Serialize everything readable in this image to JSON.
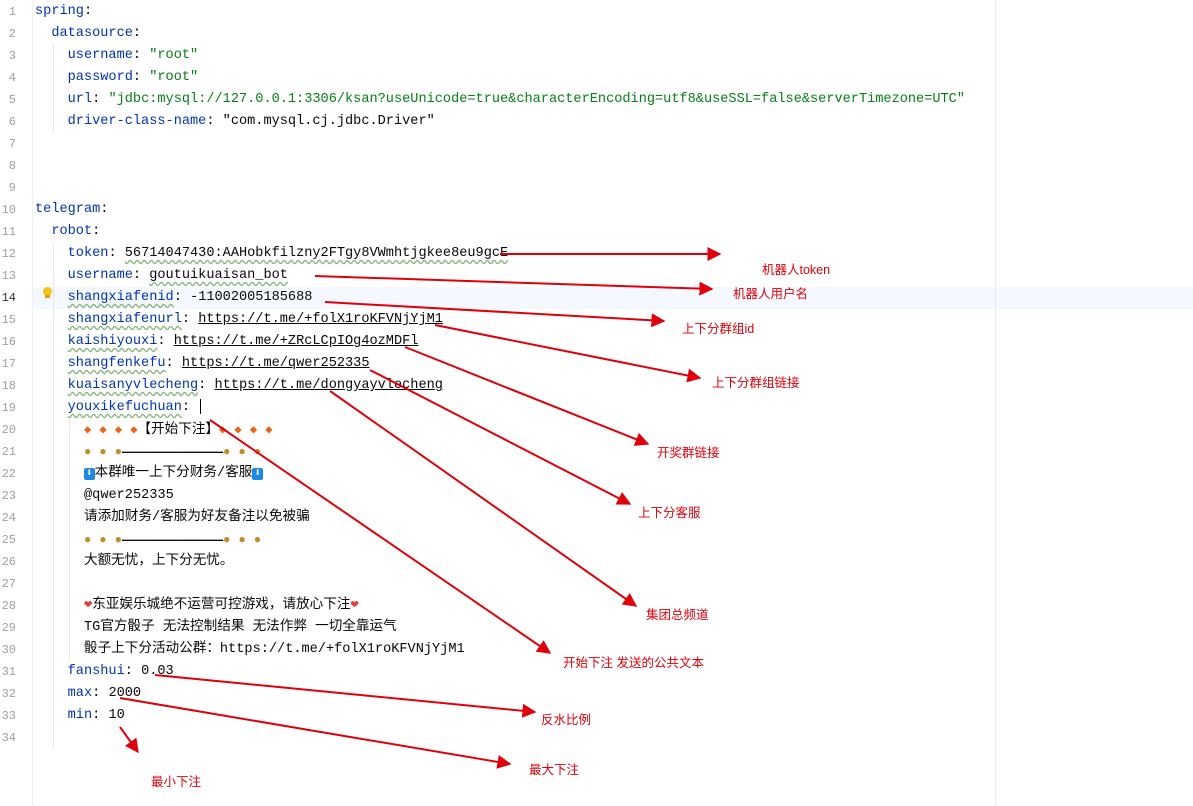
{
  "editor": {
    "active_line": 14,
    "line_numbers": [
      "1",
      "2",
      "3",
      "4",
      "5",
      "6",
      "7",
      "8",
      "9",
      "10",
      "11",
      "12",
      "13",
      "14",
      "15",
      "16",
      "17",
      "18",
      "19",
      "20",
      "21",
      "22",
      "23",
      "24",
      "25",
      "26",
      "27",
      "28",
      "29",
      "30",
      "31",
      "32",
      "33",
      "34"
    ],
    "lines": {
      "l1_key": "spring",
      "l2_key": "datasource",
      "l3_key": "username",
      "l3_val": "\"root\"",
      "l4_key": "password",
      "l4_val": "\"root\"",
      "l5_key": "url",
      "l5_val": "\"jdbc:mysql://127.0.0.1:3306/ksan?useUnicode=true&characterEncoding=utf8&useSSL=false&serverTimezone=UTC\"",
      "l6_key": "driver-class-name",
      "l6_val": "\"com.mysql.cj.jdbc.Driver\"",
      "l10_key": "telegram",
      "l11_key": "robot",
      "l12_key": "token",
      "l12_val": "56714047430:AAHobkfilzny2FTgy8VWmhtjgkee8eu9gcE",
      "l13_key": "username",
      "l13_val": "goutuikuaisan_bot",
      "l14_key": "shangxiafenid",
      "l14_val": "-11002005185688",
      "l15_key": "shangxiafenurl",
      "l15_val": "https://t.me/+folX1roKFVNjYjM1",
      "l16_key": "kaishiyouxi",
      "l16_val": "https://t.me/+ZRcLCpIOg4ozMDFl",
      "l17_key": "shangfenkefu",
      "l17_val": "https://t.me/qwer252335",
      "l18_key": "kuaisanyvlecheng",
      "l18_val": "https://t.me/dongyayvlecheng",
      "l19_key": "youxikefuchuan",
      "l20_text": "【开始下注】",
      "l21_text": "━━━━━━━━━━━━━━━━━━━━━",
      "l22_text": "本群唯一上下分财务/客服",
      "l23_text": "@qwer252335",
      "l24_text": "请添加财务/客服为好友备注以免被骗",
      "l25_text": "━━━━━━━━━━━━━━━━━━━━━",
      "l26_text": "大额无忧，上下分无忧。",
      "l28_text": "东亚娱乐城绝不运营可控游戏，请放心下注",
      "l29_text": "TG官方骰子 无法控制结果 无法作弊 一切全靠运气",
      "l30_text": "骰子上下分活动公群：https://t.me/+folX1roKFVNjYjM1",
      "l31_key": "fanshui",
      "l31_val": "0.03",
      "l32_key": "max",
      "l32_val": "2000",
      "l33_key": "min",
      "l33_val": "10"
    },
    "emoji": {
      "flame": "◆",
      "money_bag": "●",
      "down_arrow": "⬇",
      "heart": "❤"
    }
  },
  "annotations": {
    "bot_token": "机器人token",
    "bot_username": "机器人用户名",
    "group_id": "上下分群组id",
    "group_link": "上下分群组链接",
    "lottery_link": "开奖群链接",
    "support": "上下分客服",
    "channel": "集团总频道",
    "start_text": "开始下注 发送的公共文本",
    "rebate": "反水比例",
    "max_bet": "最大下注",
    "min_bet": "最小下注"
  },
  "colors": {
    "keyword": "#0033b3",
    "string": "#067d17",
    "annotation": "#e0000b",
    "caret_row": "#f5f8fe"
  }
}
